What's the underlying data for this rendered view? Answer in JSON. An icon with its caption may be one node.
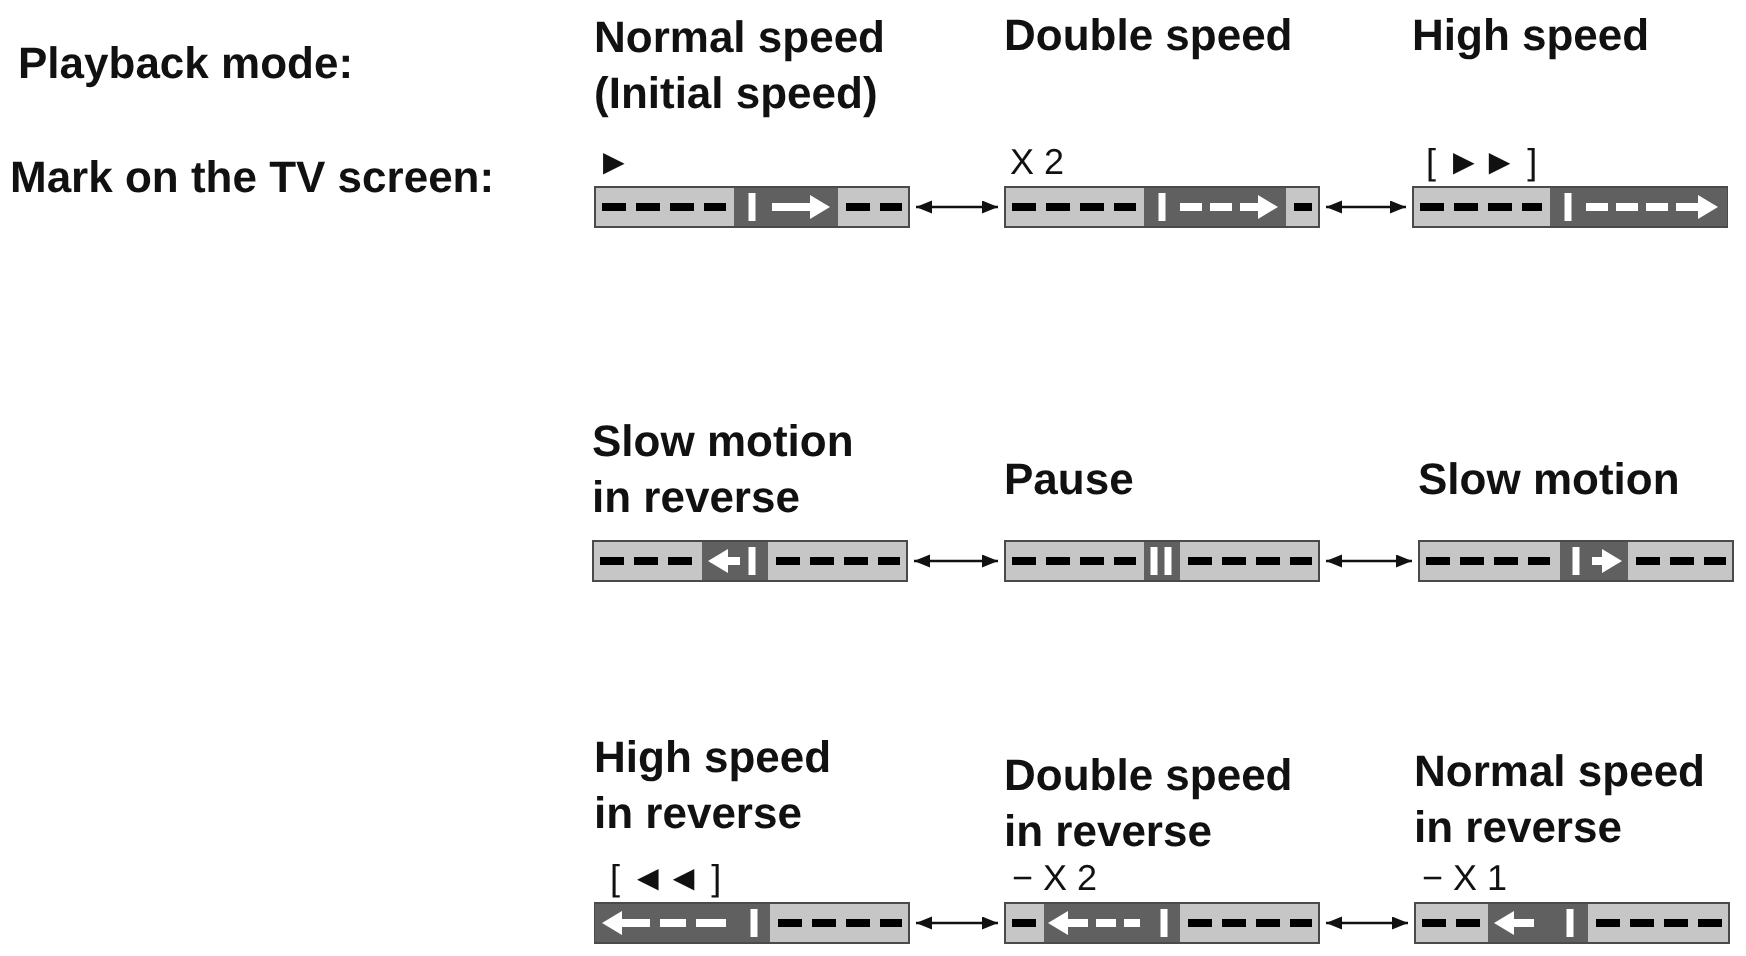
{
  "diagram": {
    "nodes": [
      {
        "text": [
          "Normal speed (Initial speed)",
          "►"
        ]
      },
      {
        "text": [
          "Double speed",
          "X 2"
        ]
      },
      {
        "text": [
          "High speed",
          "[ ►► ]"
        ]
      },
      {
        "text": [
          "Slow motion in reverse"
        ]
      },
      {
        "text": [
          "Pause"
        ]
      },
      {
        "text": [
          "Slow motion"
        ]
      },
      {
        "text": [
          "High speed in reverse",
          "[ ◄◄ ]"
        ]
      },
      {
        "text": [
          "Double speed in reverse",
          "− X 2"
        ]
      },
      {
        "text": [
          "Normal speed in reverse",
          "− X 1"
        ]
      }
    ],
    "edges": [
      {
        "from": 0,
        "to": 1,
        "arrow": "both"
      },
      {
        "from": 1,
        "to": 2,
        "arrow": "both"
      },
      {
        "from": 3,
        "to": 4,
        "arrow": "both"
      },
      {
        "from": 4,
        "to": 5,
        "arrow": "both"
      },
      {
        "from": 6,
        "to": 7,
        "arrow": "both"
      },
      {
        "from": 7,
        "to": 8,
        "arrow": "both"
      }
    ],
    "labels": [
      "Playback mode:",
      "Mark on the TV screen:"
    ]
  }
}
